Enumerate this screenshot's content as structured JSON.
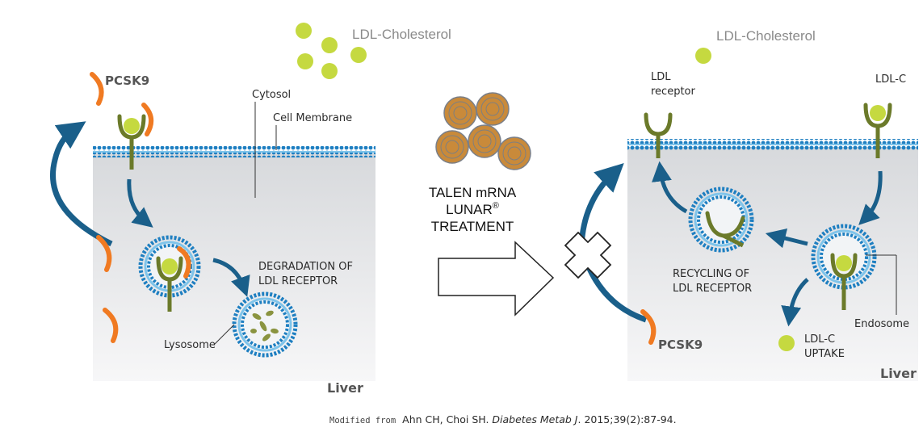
{
  "colors": {
    "ldl_particle": "#c5d940",
    "pcsk9": "#f07a22",
    "receptor": "#6b7a2a",
    "membrane": "#1e7fc1",
    "arrow": "#1a5f8a",
    "cell_fill": "#e9eaec"
  },
  "left_panel": {
    "ldl_label": "LDL-Cholesterol",
    "pcsk9_label": "PCSK9",
    "cytosol_label": "Cytosol",
    "membrane_label": "Cell Membrane",
    "degradation_line1": "DEGRADATION OF",
    "degradation_line2": "LDL RECEPTOR",
    "lysosome_label": "Lysosome",
    "liver_label": "Liver"
  },
  "treatment": {
    "line1": "TALEN mRNA",
    "line2": "LUNAR",
    "line2_sup": "®",
    "line3": "TREATMENT"
  },
  "right_panel": {
    "ldl_label": "LDL-Cholesterol",
    "receptor_line1": "LDL",
    "receptor_line2": "receptor",
    "ldlc_label": "LDL-C",
    "recycling_line1": "RECYCLING OF",
    "recycling_line2": "LDL RECEPTOR",
    "endosome_label": "Endosome",
    "uptake_line1": "LDL-C",
    "uptake_line2": "UPTAKE",
    "pcsk9_label": "PCSK9",
    "liver_label": "Liver"
  },
  "citation": {
    "prefix": "Modified from",
    "authors": "Ahn CH, Choi SH.",
    "journal": "Diabetes Metab J",
    "rest": ". 2015;39(2):87-94."
  }
}
